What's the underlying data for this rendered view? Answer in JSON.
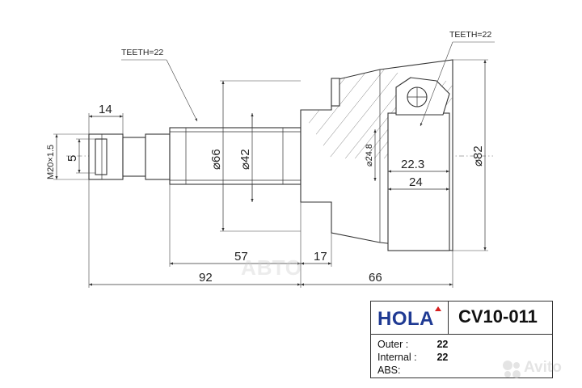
{
  "drawing": {
    "teeth_outer_label": "TEETH=22",
    "teeth_inner_label": "TEETH=22",
    "dimensions": {
      "shaft_length": "92",
      "body_length": "66",
      "spline_length": "57",
      "flange_width": "17",
      "thread_length": "14",
      "thread_spec": "M20×1.5",
      "pin_dia": "5",
      "shoulder_dia": "⌀66",
      "shaft_dia": "⌀42",
      "seat_dia": "⌀24.8",
      "inner_width": "22.3",
      "inner_length": "24",
      "outer_dia": "⌀82"
    },
    "watermark_center": "АВТО"
  },
  "title_block": {
    "brand": "HOLA",
    "part_number": "CV10-011",
    "specs": [
      {
        "label": "Outer :",
        "value": "22"
      },
      {
        "label": "Internal :",
        "value": "22"
      },
      {
        "label": "ABS:",
        "value": ""
      }
    ]
  },
  "watermark": {
    "text": "Avito",
    "icon": "avito-dots-icon"
  },
  "colors": {
    "brand": "#1f3a93",
    "line": "#333333"
  }
}
